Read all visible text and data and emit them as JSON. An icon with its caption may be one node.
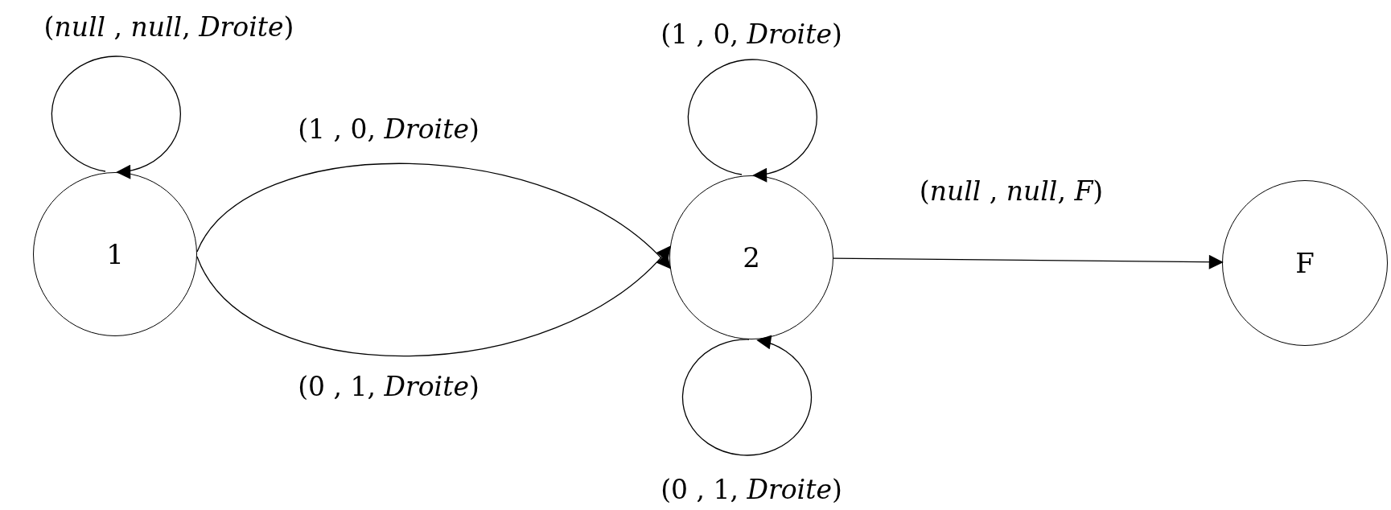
{
  "diagram": {
    "nodes": [
      {
        "text": [
          "1"
        ]
      },
      {
        "text": [
          "2"
        ]
      },
      {
        "text": [
          "F"
        ]
      }
    ],
    "edges": [
      {
        "from": 0,
        "to": 0,
        "arrow": "to",
        "label": "(*null* , *null*, *Droite*)"
      },
      {
        "from": 0,
        "to": 1,
        "arrow": "to",
        "label": "(1 , 0, *Droite*)"
      },
      {
        "from": 0,
        "to": 1,
        "arrow": "to",
        "label": "(0 , 1, *Droite*)"
      },
      {
        "from": 1,
        "to": 1,
        "arrow": "to",
        "label": "(1 , 0, *Droite*)"
      },
      {
        "from": 1,
        "to": 1,
        "arrow": "to",
        "label": "(0 , 1, *Droite*)"
      },
      {
        "from": 1,
        "to": 2,
        "arrow": "to",
        "label": "(*null* , *null*, *F*)"
      }
    ]
  }
}
